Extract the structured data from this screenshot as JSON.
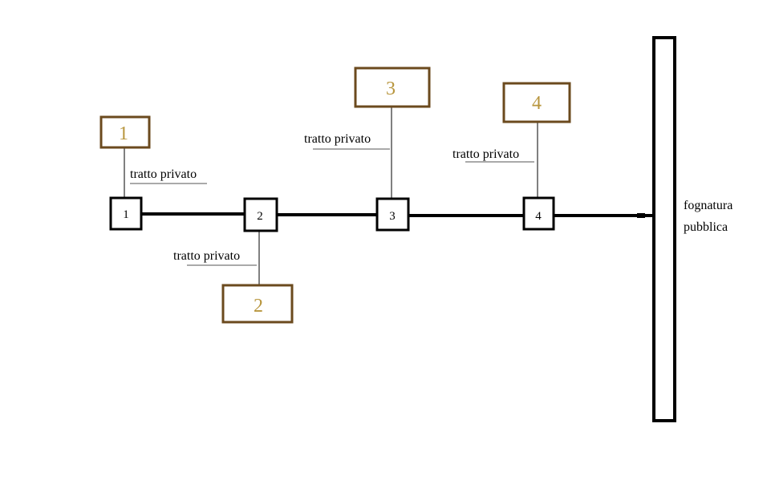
{
  "colors": {
    "background": "#ffffff",
    "line": "#000000",
    "building_border": "#6b4a1e",
    "building_text": "#b8963e",
    "node_text": "#000000",
    "underline": "#555555"
  },
  "buildings": [
    {
      "label": "1"
    },
    {
      "label": "2"
    },
    {
      "label": "3"
    },
    {
      "label": "4"
    }
  ],
  "nodes": [
    {
      "label": "1"
    },
    {
      "label": "2"
    },
    {
      "label": "3"
    },
    {
      "label": "4"
    }
  ],
  "private_labels": [
    {
      "text": "tratto privato"
    },
    {
      "text": "tratto privato"
    },
    {
      "text": "tratto privato"
    },
    {
      "text": "tratto privato"
    }
  ],
  "sewer": {
    "label_line1": "fognatura",
    "label_line2": "pubblica"
  }
}
